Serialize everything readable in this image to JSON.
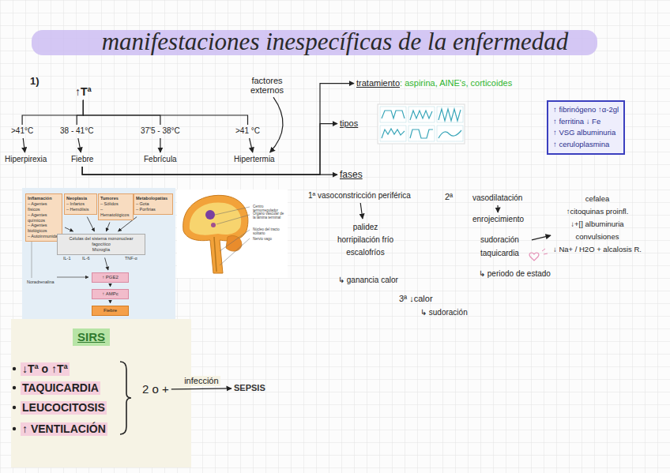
{
  "diagram": {
    "title": "manifestaciones inespecíficas de la enfermedad",
    "nodes": [
      {
        "text": [
          "↑Tª"
        ]
      },
      {
        "text": [
          ">41°C"
        ]
      },
      {
        "text": [
          "38 - 41°C"
        ]
      },
      {
        "text": [
          "37'5 - 38°C"
        ]
      },
      {
        "text": [
          ">41 °C"
        ]
      },
      {
        "text": [
          "Hiperpirexia"
        ]
      },
      {
        "text": [
          "Fiebre"
        ]
      },
      {
        "text": [
          "Febrícula"
        ]
      },
      {
        "text": [
          "Hipertermia"
        ]
      },
      {
        "text": [
          "factores externos"
        ]
      },
      {
        "text": [
          "tratamiento",
          ": aspirina, AINE's, corticoides"
        ]
      },
      {
        "text": [
          "tipos"
        ]
      },
      {
        "text": [
          "fases"
        ]
      },
      {
        "text": [
          "↑ fibrinógeno ↑α-2gl",
          "↑ ferritina ↓ Fe",
          "↑ VSG albuminuria",
          "↑ ceruloplasmina"
        ]
      },
      {
        "text": [
          "1ª vasoconstricción periférica"
        ]
      },
      {
        "text": [
          "palidez horripilación frío escalofríos"
        ]
      },
      {
        "text": [
          "vasodilatación"
        ]
      },
      {
        "text": [
          "enrojecimiento"
        ]
      },
      {
        "text": [
          "sudoración taquicardia"
        ]
      },
      {
        "text": [
          "cefalea",
          "↑citoquinas proinfl.",
          "↓+[] albuminuria",
          "convulsiones",
          "↓ Na+ / H2O + alcalosis R."
        ]
      },
      {
        "text": [
          "3ª ↓calor"
        ]
      },
      {
        "text": [
          "SIRS"
        ]
      },
      {
        "text": [
          "2 o +"
        ]
      },
      {
        "text": [
          "SEPSIS"
        ]
      },
      {
        "text": [
          "Inflamación",
          "– Agentes físicos",
          "– Agentes químicos",
          "– Agentes biológicos",
          "– Autoinmunidad"
        ]
      },
      {
        "text": [
          "Neoplasia",
          "– Infartos",
          "– Hemólisis"
        ]
      },
      {
        "text": [
          "Tumores",
          "– Sólidos",
          "– Hematológicos"
        ]
      },
      {
        "text": [
          "Metabolopatías",
          "– Gota",
          "– Porfirias"
        ]
      },
      {
        "text": [
          "Células del sistema mononuclear fagocítico",
          "Microglía"
        ]
      },
      {
        "text": [
          "↑ PGE2"
        ]
      },
      {
        "text": [
          "↑ AMPc"
        ]
      },
      {
        "text": [
          "Fiebre"
        ]
      }
    ],
    "edges": [
      {
        "from": 0,
        "to": 1,
        "arrow": "none"
      },
      {
        "from": 0,
        "to": 2,
        "arrow": "none"
      },
      {
        "from": 0,
        "to": 3,
        "arrow": "none"
      },
      {
        "from": 0,
        "to": 4,
        "arrow": "none"
      },
      {
        "from": 1,
        "to": 5,
        "arrow": "to"
      },
      {
        "from": 2,
        "to": 6,
        "arrow": "to"
      },
      {
        "from": 3,
        "to": 7,
        "arrow": "to"
      },
      {
        "from": 4,
        "to": 8,
        "arrow": "to"
      },
      {
        "from": 9,
        "to": 8,
        "arrow": "to"
      },
      {
        "from": 6,
        "to": 10,
        "arrow": "to"
      },
      {
        "from": 6,
        "to": 11,
        "arrow": "to"
      },
      {
        "from": 6,
        "to": 12,
        "arrow": "to"
      },
      {
        "from": 14,
        "to": 15,
        "arrow": "to"
      },
      {
        "from": 16,
        "to": 17,
        "arrow": "to"
      },
      {
        "from": 18,
        "to": 19,
        "arrow": "to"
      },
      {
        "from": 22,
        "to": 23,
        "label": "infección",
        "arrow": "to"
      },
      {
        "from": 24,
        "to": 28,
        "arrow": "to"
      },
      {
        "from": 25,
        "to": 28,
        "arrow": "to"
      },
      {
        "from": 26,
        "to": 28,
        "arrow": "to"
      },
      {
        "from": 27,
        "to": 28,
        "arrow": "to"
      },
      {
        "from": 28,
        "to": 29,
        "arrow": "to"
      },
      {
        "from": 29,
        "to": 30,
        "arrow": "to"
      },
      {
        "from": 30,
        "to": 31,
        "arrow": "to"
      }
    ],
    "labels": [
      "1)",
      "↳ ganancia calor",
      "2ª",
      "↳ periodo de estado",
      "↳ sudoración",
      "IL-1",
      "IL-6",
      "TNF-α",
      "Noradrenalina",
      "Centro termorregulador",
      "Órgano vascular de la lámina terminal",
      "Núcleo del tracto solitario",
      "Nervio vago",
      "↓Tª o ↑Tª",
      "TAQUICARDIA",
      "LEUCOCITOSIS",
      "↑ VENTILACIÓN"
    ]
  }
}
